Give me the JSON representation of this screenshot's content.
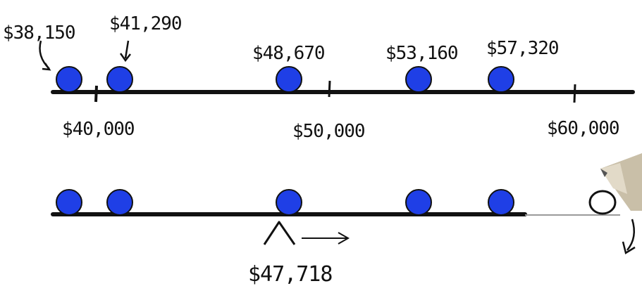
{
  "top_line": {
    "points": [
      {
        "label": "$38,150",
        "value": 38150
      },
      {
        "label": "$41,290",
        "value": 41290
      },
      {
        "label": "$48,670",
        "value": 48670
      },
      {
        "label": "$53,160",
        "value": 53160
      },
      {
        "label": "$57,320",
        "value": 57320
      }
    ],
    "ticks": [
      {
        "label": "$40,000",
        "value": 40000
      },
      {
        "label": "$50,000",
        "value": 50000
      },
      {
        "label": "$60,000",
        "value": 60000
      }
    ]
  },
  "bottom_line": {
    "balance_label": "$47,718",
    "balance_value": 47718,
    "filled_count": 5,
    "empty_count": 1
  },
  "colors": {
    "dot_fill": "#1f3fe6",
    "ink": "#111111",
    "gray": "#9a9a9a"
  }
}
